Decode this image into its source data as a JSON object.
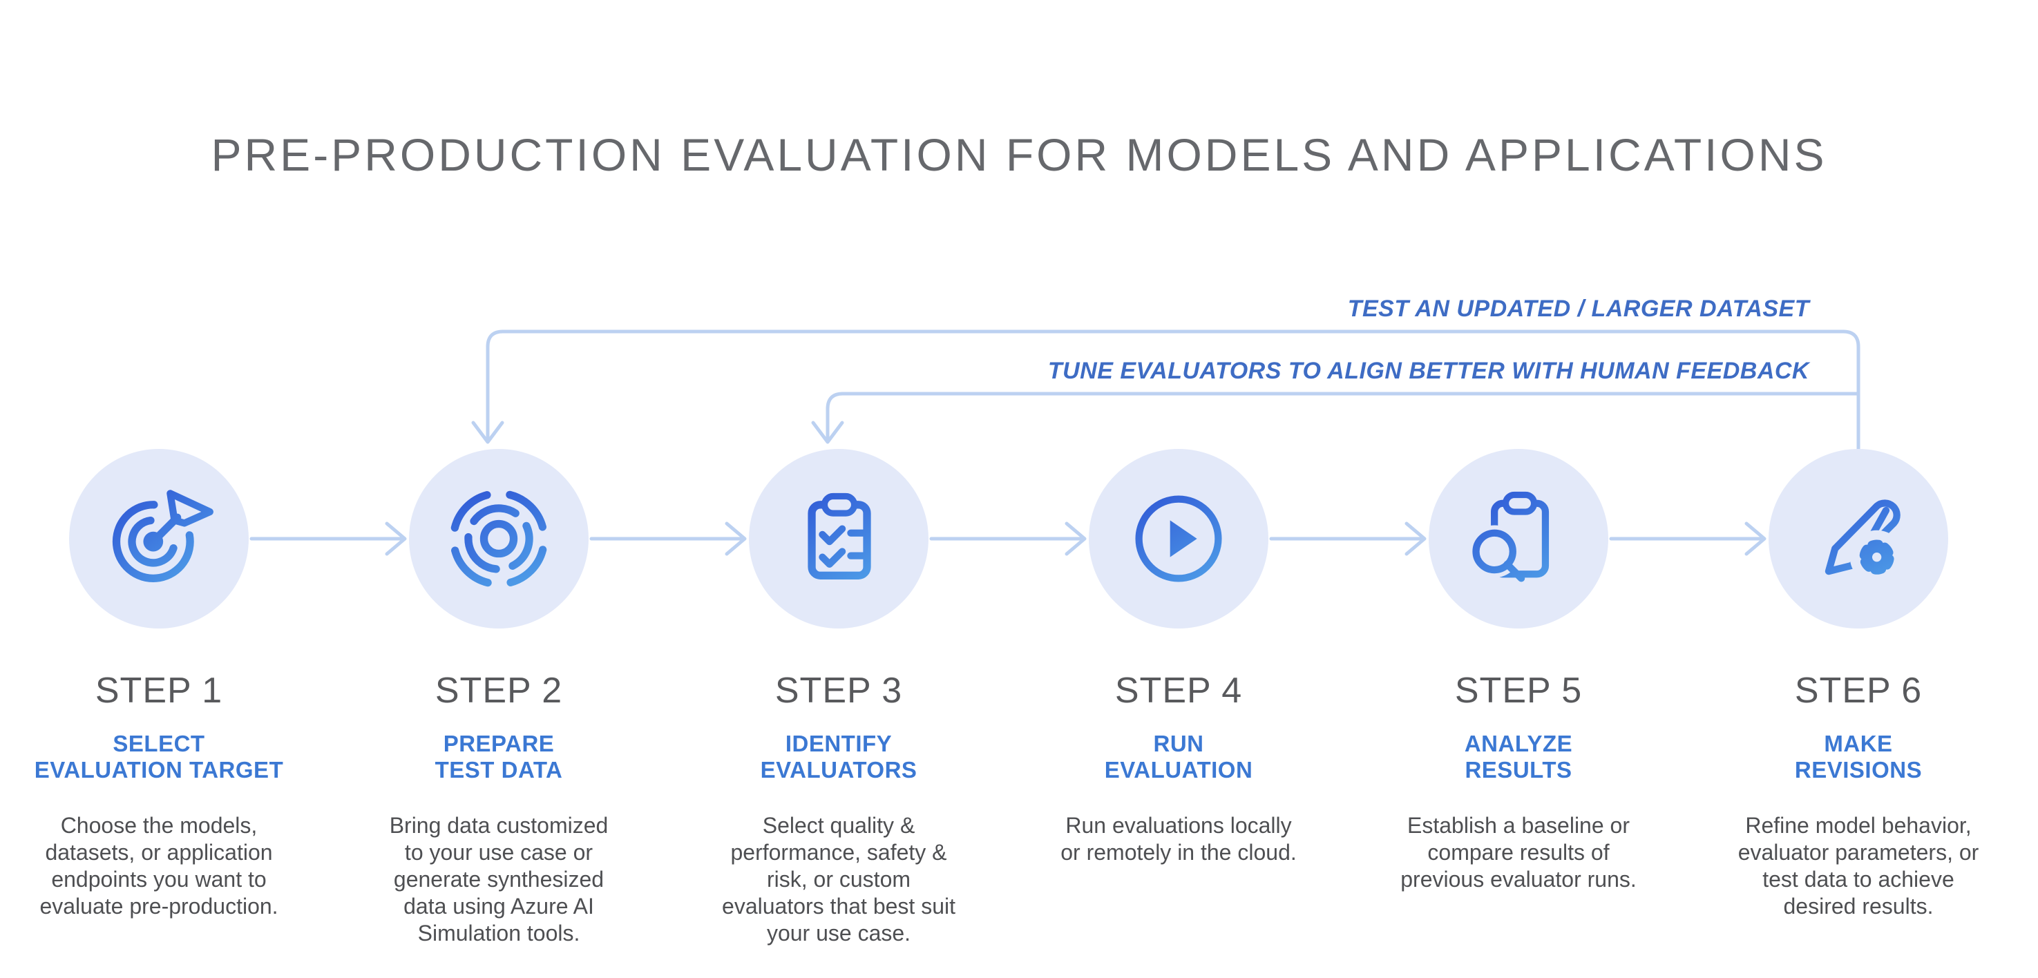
{
  "title": "PRE-PRODUCTION EVALUATION FOR MODELS AND APPLICATIONS",
  "feedback_loops": [
    {
      "label": "TEST AN UPDATED / LARGER DATASET",
      "from_step": 6,
      "to_step": 2
    },
    {
      "label": "TUNE EVALUATORS TO ALIGN BETTER WITH HUMAN FEEDBACK",
      "from_step": 6,
      "to_step": 3
    }
  ],
  "steps": [
    {
      "label": "STEP 1",
      "subtitle": "SELECT\nEVALUATION TARGET",
      "description": "Choose the models,\ndatasets, or application\nendpoints you want to\nevaluate pre-production.",
      "icon": "target-icon"
    },
    {
      "label": "STEP 2",
      "subtitle": "PREPARE\nTEST DATA",
      "description": "Bring data customized\nto your use case or\ngenerate synthesized\ndata using Azure AI\nSimulation tools.",
      "icon": "data-radar-icon"
    },
    {
      "label": "STEP 3",
      "subtitle": "IDENTIFY\nEVALUATORS",
      "description": "Select quality &\nperformance, safety &\nrisk, or custom\nevaluators that best suit\nyour use case.",
      "icon": "checklist-icon"
    },
    {
      "label": "STEP 4",
      "subtitle": "RUN\nEVALUATION",
      "description": "Run evaluations locally\nor remotely in the cloud.",
      "icon": "play-icon"
    },
    {
      "label": "STEP 5",
      "subtitle": "ANALYZE\nRESULTS",
      "description": "Establish a baseline or\ncompare results of\nprevious evaluator runs.",
      "icon": "search-results-icon"
    },
    {
      "label": "STEP 6",
      "subtitle": "MAKE\nREVISIONS",
      "description": "Refine model behavior,\nevaluator parameters, or\ntest data to achieve\ndesired results.",
      "icon": "edit-gear-icon"
    }
  ],
  "colors": {
    "accent_blue": "#3b78d3",
    "label_blue": "#3e6cc4",
    "line_blue": "#bcd1f1",
    "circle_bg": "#e3e9f9",
    "title_gray": "#66686c",
    "header_gray": "#58595c",
    "text_gray": "#4e4f52",
    "icon_gradient_start": "#3059d6",
    "icon_gradient_end": "#4f9fe8"
  }
}
